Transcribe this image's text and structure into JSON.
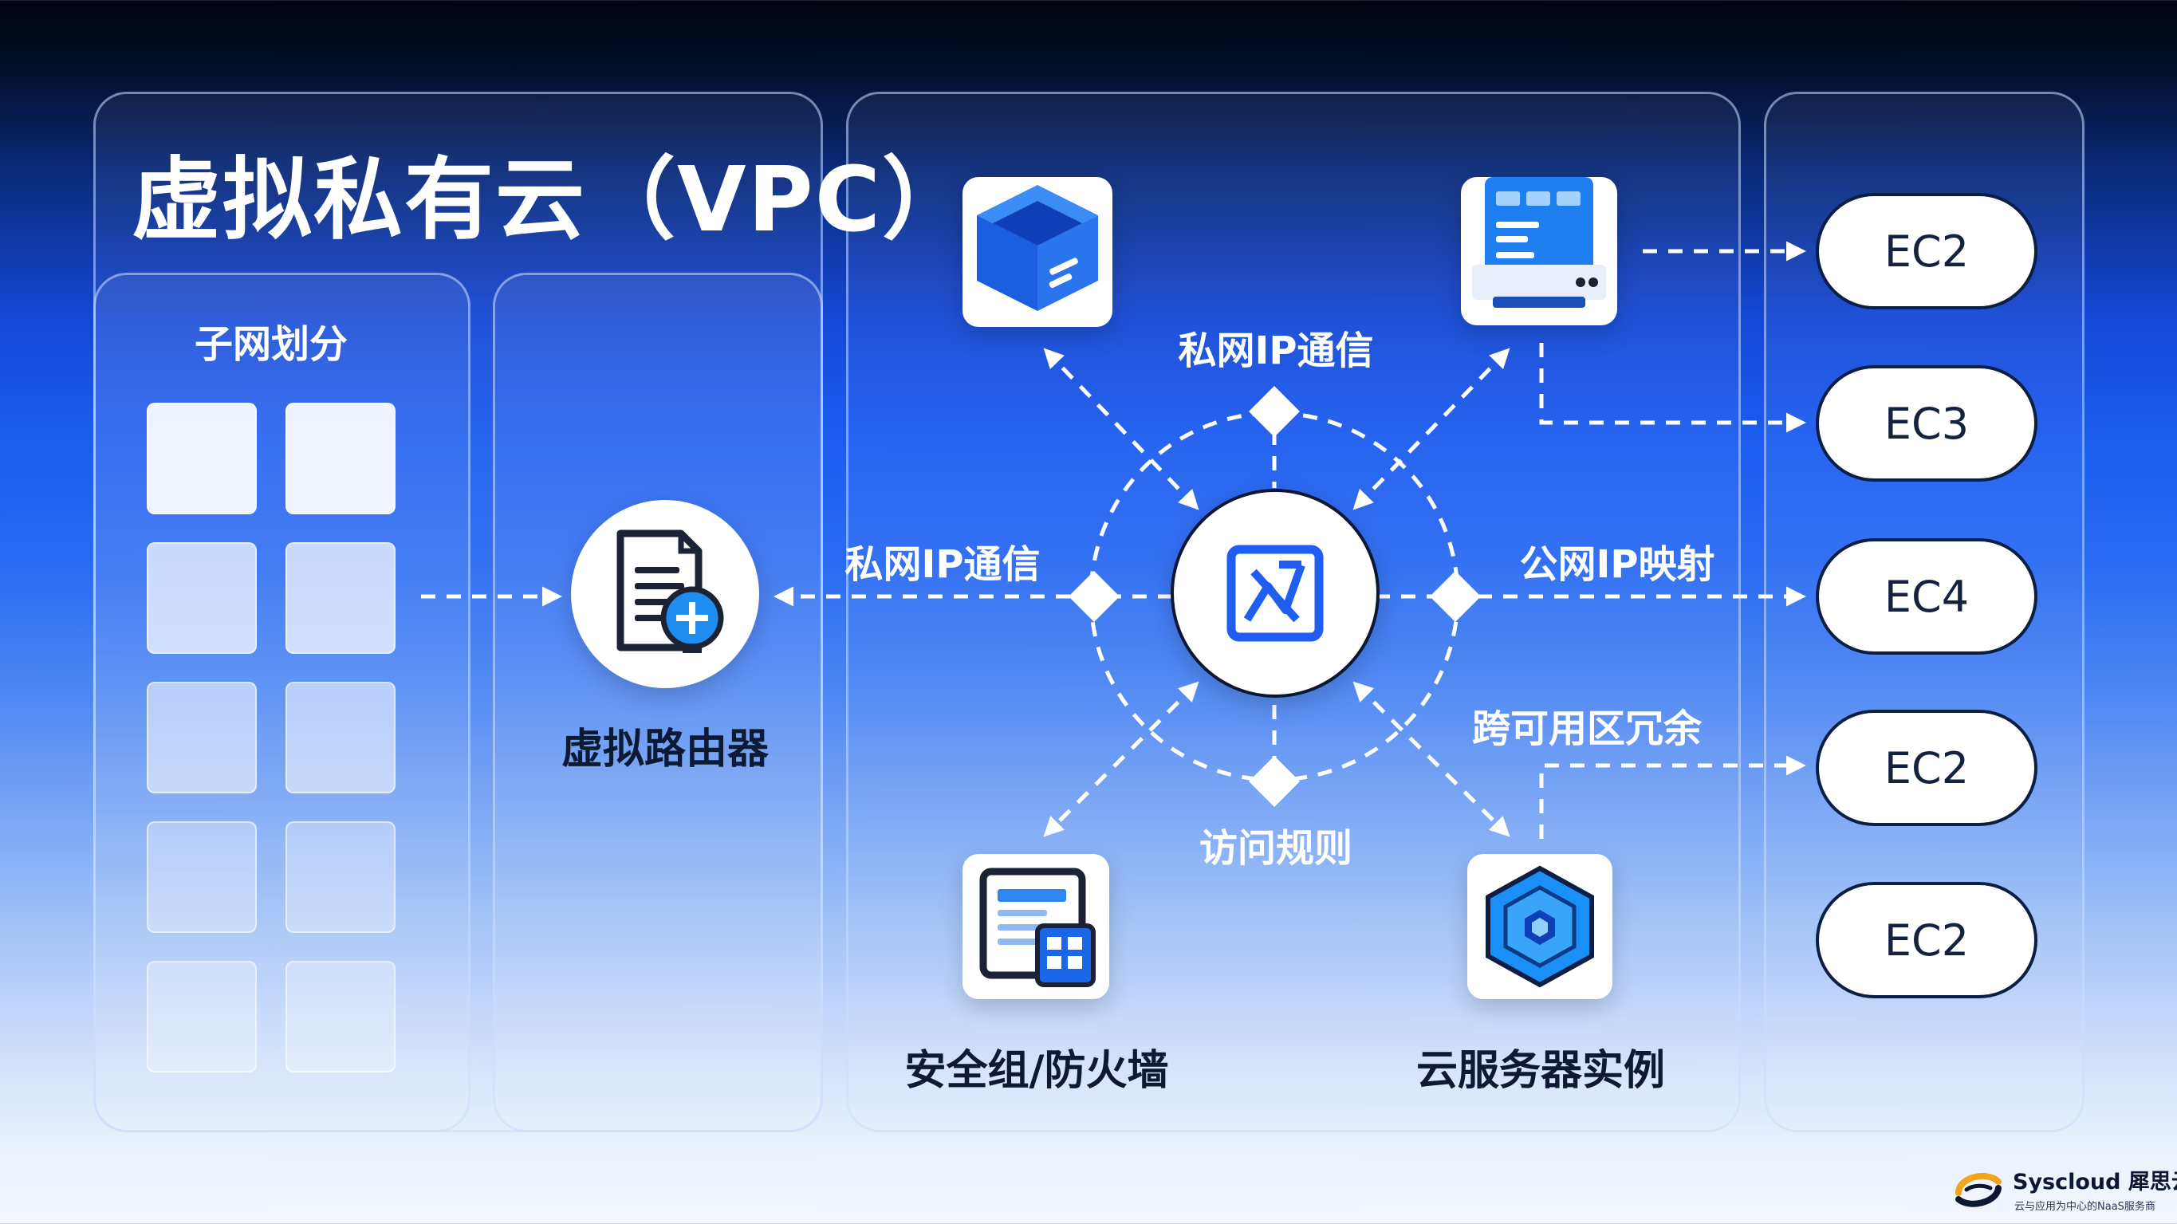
{
  "title": "虚拟私有云（VPC）",
  "subnet": {
    "label": "子网划分"
  },
  "router": {
    "label": "虚拟路由器"
  },
  "hub": {
    "top_label": "私网IP通信",
    "left_label": "私网IP通信",
    "right_label": "公网IP映射",
    "bottom_label": "访问规则",
    "redundancy_label": "跨可用区冗余"
  },
  "nodes": {
    "security_group": "安全组/防火墙",
    "server_instance": "云服务器实例"
  },
  "instances": [
    "EC2",
    "EC3",
    "EC4",
    "EC2",
    "EC2"
  ],
  "colors": {
    "accent": "#1f5ef0",
    "pill_border": "#0b1e44"
  },
  "logo": {
    "name": "Syscloud 犀思云",
    "tagline": "云与应用为中心的NaaS服务商"
  }
}
